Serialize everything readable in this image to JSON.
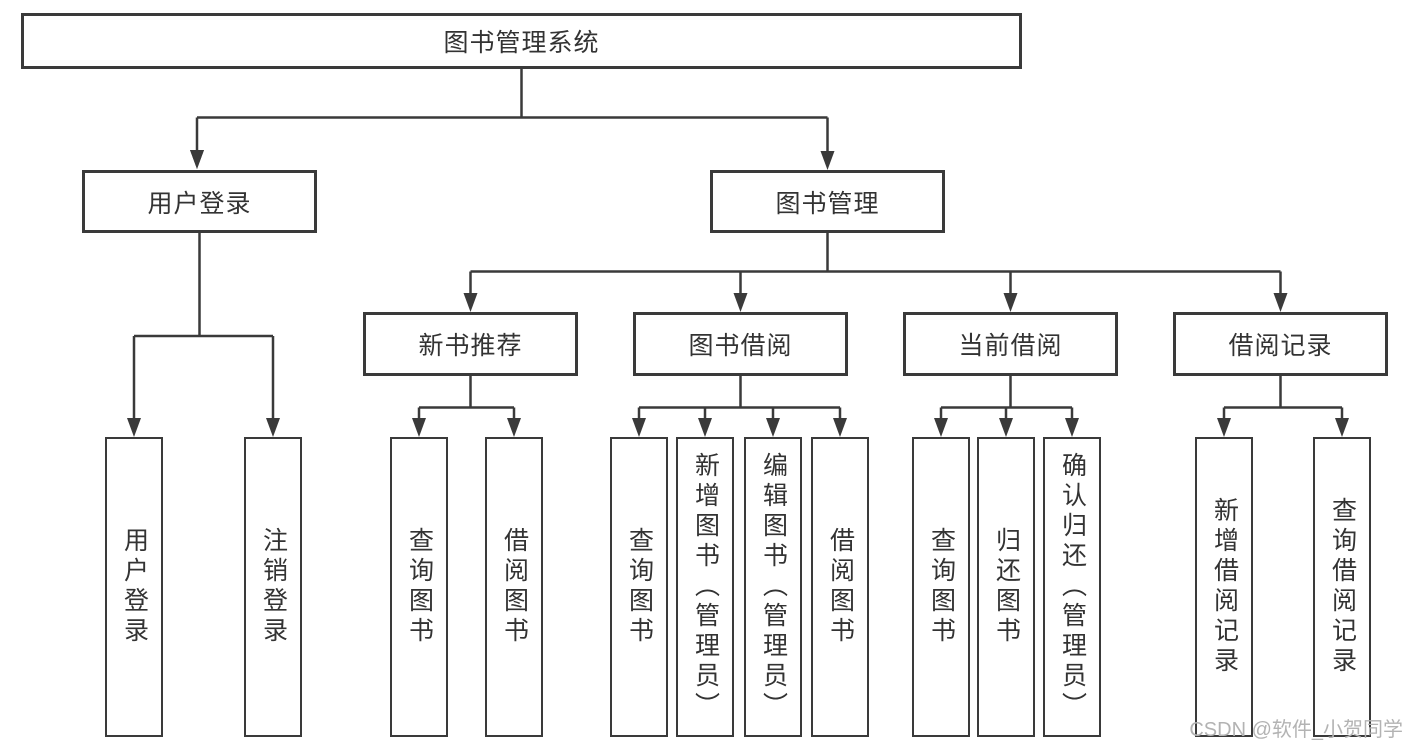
{
  "tree": {
    "root": {
      "label": "图书管理系统"
    },
    "branches": [
      {
        "label": "用户登录",
        "leaves": [
          {
            "label": "用户登录"
          },
          {
            "label": "注销登录"
          }
        ]
      },
      {
        "label": "图书管理",
        "groups": [
          {
            "label": "新书推荐",
            "leaves": [
              {
                "label": "查询图书"
              },
              {
                "label": "借阅图书"
              }
            ]
          },
          {
            "label": "图书借阅",
            "leaves": [
              {
                "label": "查询图书"
              },
              {
                "label": "新增图书（管理员）"
              },
              {
                "label": "编辑图书（管理员）"
              },
              {
                "label": "借阅图书"
              }
            ]
          },
          {
            "label": "当前借阅",
            "leaves": [
              {
                "label": "查询图书"
              },
              {
                "label": "归还图书"
              },
              {
                "label": "确认归还（管理员）"
              }
            ]
          },
          {
            "label": "借阅记录",
            "leaves": [
              {
                "label": "新增借阅记录"
              },
              {
                "label": "查询借阅记录"
              }
            ]
          }
        ]
      }
    ]
  },
  "watermark": "CSDN @软件_小贺同学",
  "colors": {
    "line": "#3a3a3a",
    "text": "#333333",
    "background": "#ffffff",
    "watermark": "#b3b3b3"
  }
}
